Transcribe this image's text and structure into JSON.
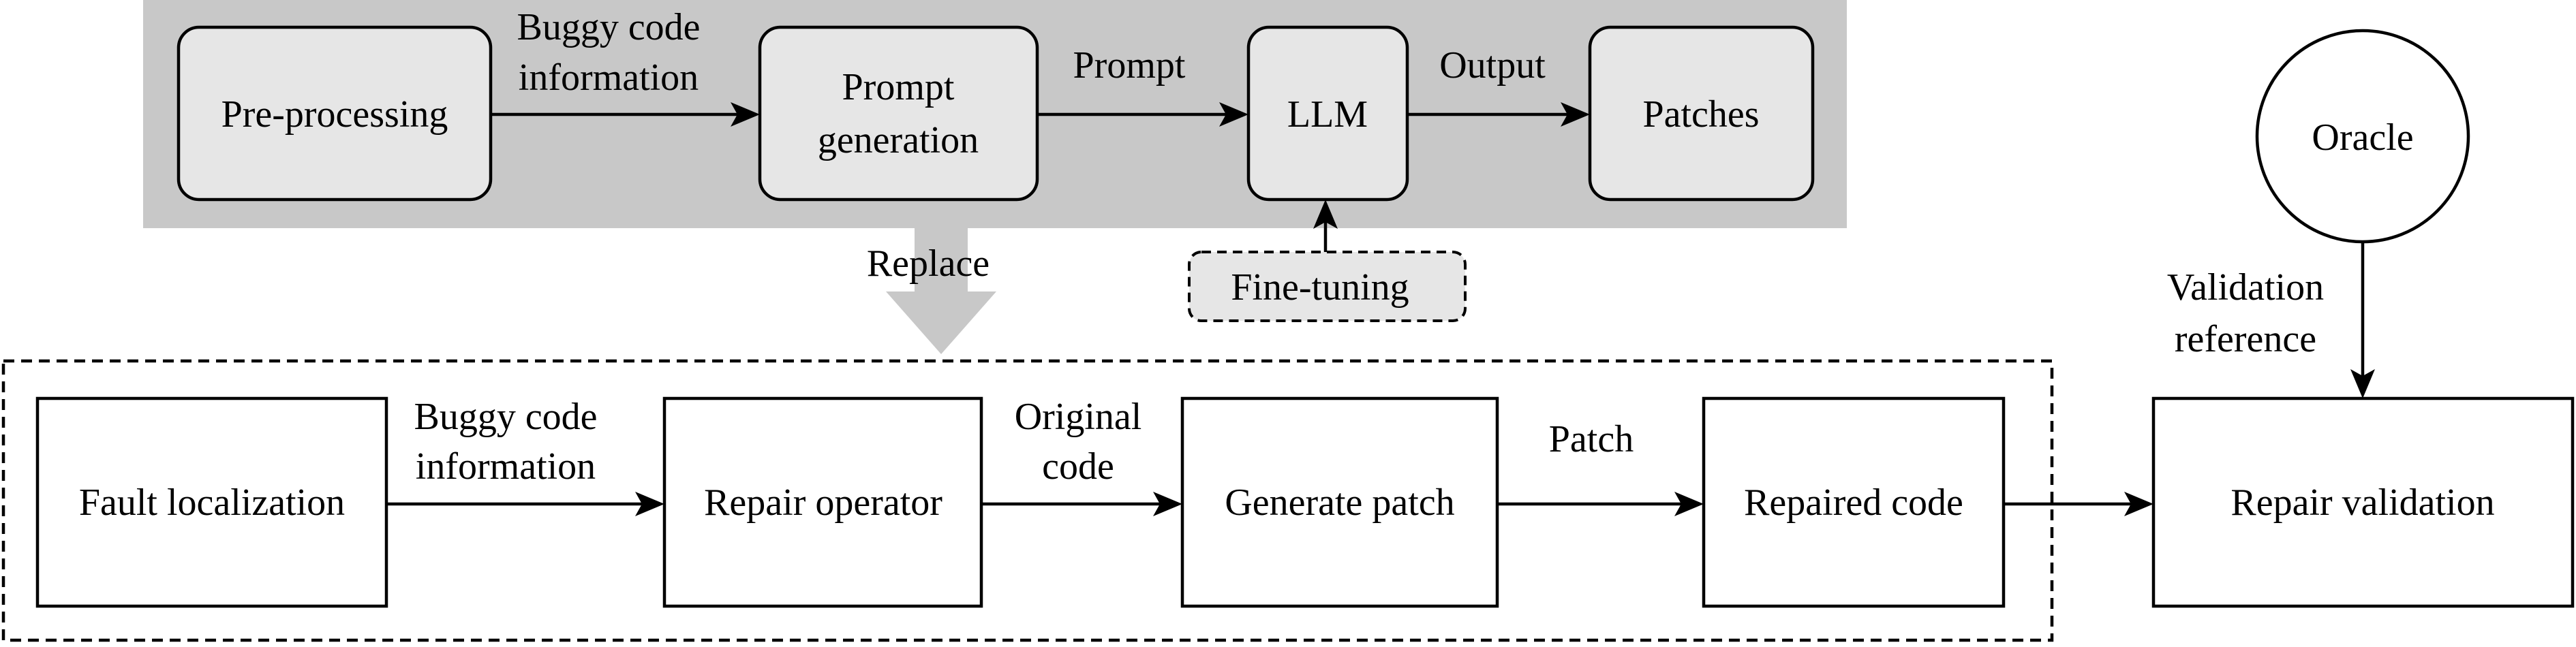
{
  "llm_pipeline": {
    "preprocessing": "Pre-processing",
    "buggy_info_line1": "Buggy code",
    "buggy_info_line2": "information",
    "prompt_gen_line1": "Prompt",
    "prompt_gen_line2": "generation",
    "prompt_edge": "Prompt",
    "llm": "LLM",
    "output_edge": "Output",
    "patches": "Patches",
    "fine_tuning": "Fine-tuning"
  },
  "replace_label": "Replace",
  "traditional_pipeline": {
    "fault_localization": "Fault localization",
    "buggy_info_line1": "Buggy code",
    "buggy_info_line2": "information",
    "repair_operator": "Repair operator",
    "original_code_line1": "Original",
    "original_code_line2": "code",
    "generate_patch": "Generate patch",
    "patch_edge": "Patch",
    "repaired_code": "Repaired code"
  },
  "validation": {
    "oracle": "Oracle",
    "validation_ref_line1": "Validation",
    "validation_ref_line2": "reference",
    "repair_validation": "Repair validation"
  },
  "colors": {
    "panel_gray": "#c8c8c8",
    "box_fill": "#e6e6e6",
    "replace_arrow": "#c8c8c8"
  }
}
